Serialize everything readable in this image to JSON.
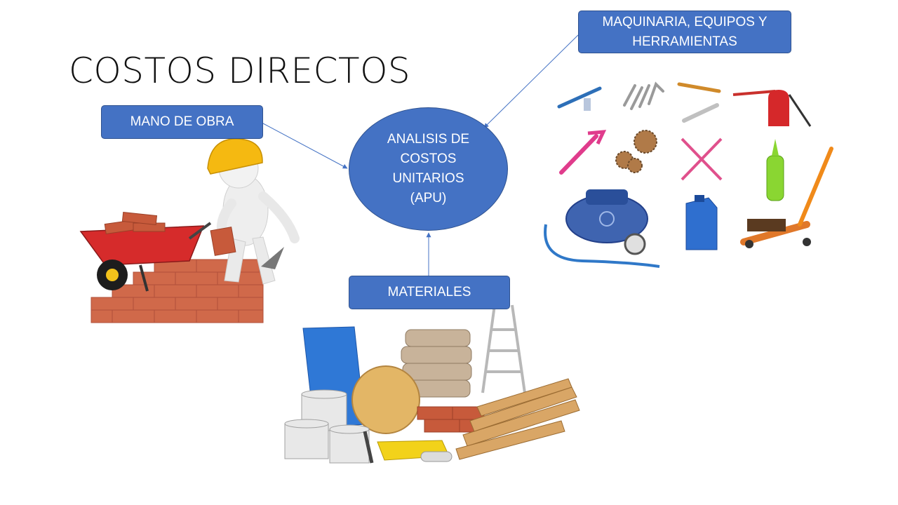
{
  "slide": {
    "title": "COSTOS DIRECTOS",
    "center_node": [
      "ANALISIS DE",
      "COSTOS",
      "UNITARIOS",
      "(APU)"
    ],
    "nodes": {
      "mano_de_obra": "MANO DE OBRA",
      "maquinaria": "MAQUINARIA, EQUIPOS Y HERRAMIENTAS",
      "materiales": "MATERIALES"
    }
  },
  "colors": {
    "node_fill": "#4472c4",
    "node_border": "#2f528f",
    "node_text": "#ffffff",
    "connector": "#4472c4"
  },
  "illustrations": [
    "construction-worker-icon",
    "tools-collection-icon",
    "building-materials-icon"
  ]
}
